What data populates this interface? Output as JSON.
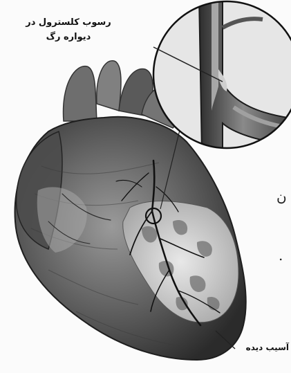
{
  "labels": {
    "cholesterol_line1": "رسوب کلسترول در",
    "cholesterol_line2": "دیواره رگ",
    "damaged": "آسیب دیده"
  },
  "edge_text": {
    "char1": "ن",
    "char2": "."
  }
}
